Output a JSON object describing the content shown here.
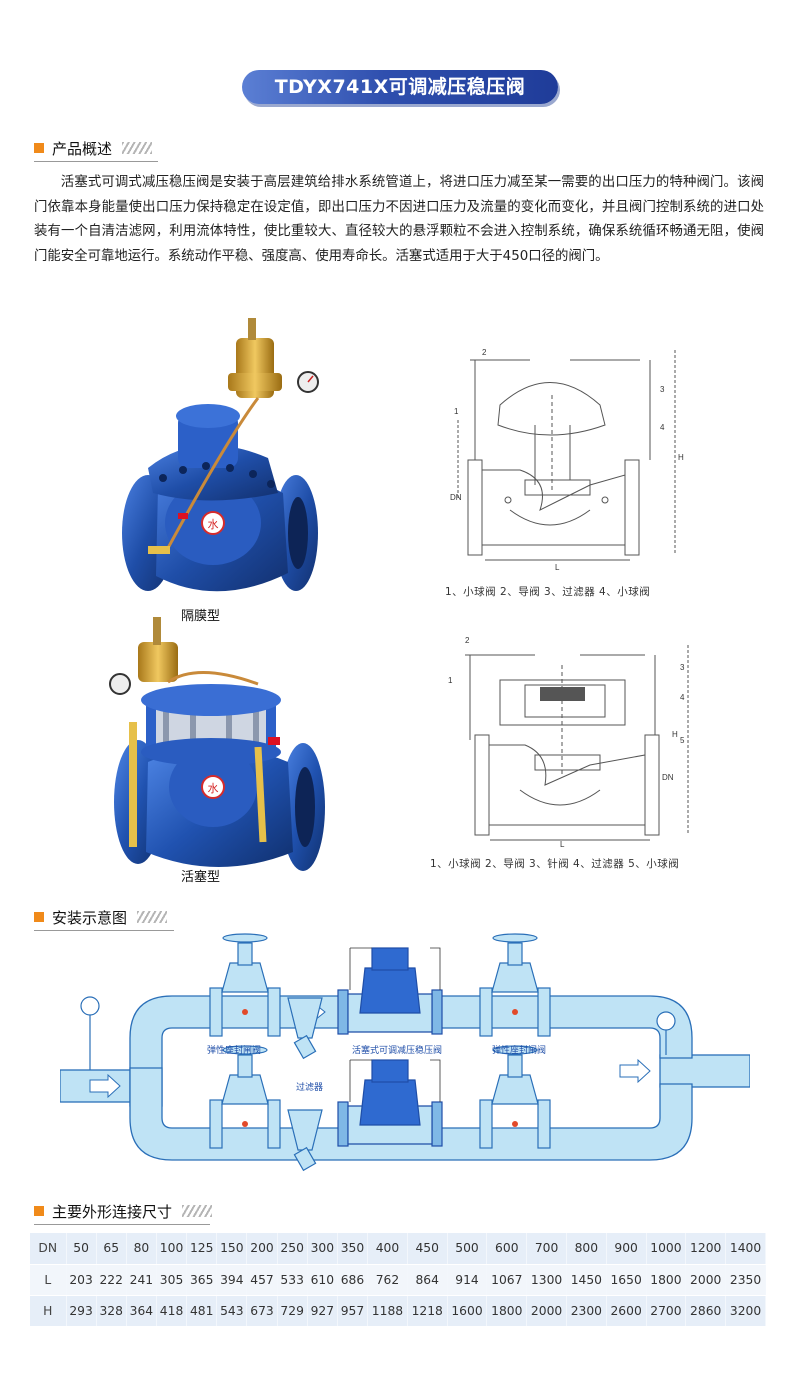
{
  "title": "TDYX741X可调减压稳压阀",
  "overview": {
    "heading": "产品概述",
    "text": "活塞式可调式减压稳压阀是安装于高层建筑给排水系统管道上，将进口压力减至某一需要的出口压力的特种阀门。该阀门依靠本身能量使出口压力保持稳定在设定值，即出口压力不因进口压力及流量的变化而变化，并且阀门控制系统的进口处装有一个自清洁滤网，利用流体特性，使比重较大、直径较大的悬浮颗粒不会进入控制系统，确保系统循环畅通无阻，使阀门能安全可靠地运行。系统动作平稳、强度高、使用寿命长。活塞式适用于大于450口径的阀门。"
  },
  "products": {
    "diaphragm_caption": "隔膜型",
    "piston_caption": "活塞型",
    "diagram1_legend": "1、小球阀  2、导阀  3、过滤器  4、小球阀",
    "diagram2_legend": "1、小球阀  2、导阀  3、针阀  4、过滤器  5、小球阀",
    "diagram1_labels": {
      "n1": "1",
      "n2": "2",
      "n3": "3",
      "n4": "4",
      "dn": "DN",
      "l": "L",
      "h": "H"
    },
    "diagram2_labels": {
      "n1": "1",
      "n2": "2",
      "n3": "3",
      "n4": "4",
      "n5": "5",
      "dn": "DN",
      "l": "L",
      "h": "H"
    },
    "emblem": "水"
  },
  "installation": {
    "heading": "安装示意图",
    "label_gate_left": "弹性座封闸阀",
    "label_center": "活塞式可调减压稳压阀",
    "label_gate_right": "弹性座封闸阀",
    "label_filter": "过滤器"
  },
  "dimensions": {
    "heading": "主要外形连接尺寸",
    "rows": [
      {
        "label": "DN",
        "values": [
          "50",
          "65",
          "80",
          "100",
          "125",
          "150",
          "200",
          "250",
          "300",
          "350",
          "400",
          "450",
          "500",
          "600",
          "700",
          "800",
          "900",
          "1000",
          "1200",
          "1400"
        ]
      },
      {
        "label": "L",
        "values": [
          "203",
          "222",
          "241",
          "305",
          "365",
          "394",
          "457",
          "533",
          "610",
          "686",
          "762",
          "864",
          "914",
          "1067",
          "1300",
          "1450",
          "1650",
          "1800",
          "2000",
          "2350"
        ]
      },
      {
        "label": "H",
        "values": [
          "293",
          "328",
          "364",
          "418",
          "481",
          "543",
          "673",
          "729",
          "927",
          "957",
          "1188",
          "1218",
          "1600",
          "1800",
          "2000",
          "2300",
          "2600",
          "2700",
          "2860",
          "3200"
        ]
      }
    ]
  },
  "colors": {
    "accent_orange": "#f08a1a",
    "title_blue": "#2f4fae",
    "valve_blue": "#2456b8",
    "pipe_blue": "#bfe3f5",
    "brass": "#d4a52b"
  }
}
